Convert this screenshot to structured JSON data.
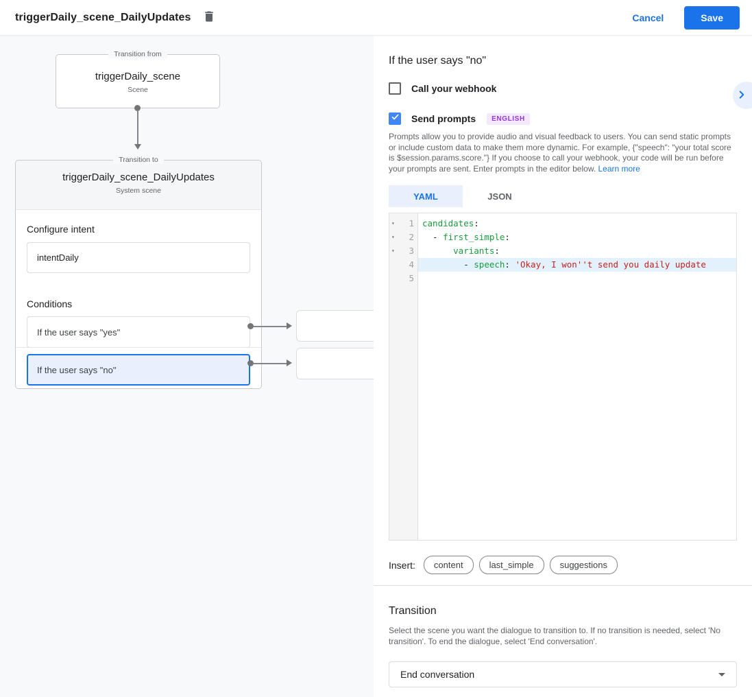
{
  "header": {
    "title": "triggerDaily_scene_DailyUpdates",
    "cancel_label": "Cancel",
    "save_label": "Save"
  },
  "colors": {
    "primary_blue": "#1a73e8",
    "checkbox_blue": "#4285f4",
    "selected_condition_bg": "#e8f0fe",
    "badge_bg": "#f3e8fd",
    "badge_text": "#9334e6",
    "code_key_green": "#189b3c",
    "code_string_red": "#c5221f",
    "active_line_highlight": "#e3f1fd",
    "canvas_bg": "#f8f9fa"
  },
  "icons": {
    "fold_arrow": "▾"
  },
  "diagram": {
    "from_box": {
      "legend": "Transition from",
      "title": "triggerDaily_scene",
      "subtitle": "Scene"
    },
    "to_box": {
      "legend": "Transition to",
      "title": "triggerDaily_scene_DailyUpdates",
      "subtitle": "System scene",
      "configure_intent_label": "Configure intent",
      "intent_value": "intentDaily",
      "conditions_label": "Conditions",
      "conditions": [
        {
          "label": "If the user says \"yes\"",
          "selected": false
        },
        {
          "label": "If the user says \"no\"",
          "selected": true
        }
      ]
    }
  },
  "panel": {
    "heading": "If the user says \"no\"",
    "webhook": {
      "label": "Call your webhook",
      "checked": false
    },
    "send_prompts": {
      "label": "Send prompts",
      "checked": true,
      "badge": "ENGLISH"
    },
    "description": "Prompts allow you to provide audio and visual feedback to users. You can send static prompts or include custom data to make them more dynamic. For example, {\"speech\": \"your total score is $session.params.score.\"} If you choose to call your webhook, your code will be run before your prompts are sent. Enter prompts in the editor below. ",
    "learn_more": "Learn more",
    "tabs": [
      {
        "label": "YAML",
        "active": true
      },
      {
        "label": "JSON",
        "active": false
      }
    ],
    "editor": {
      "gutter": [
        {
          "n": "1"
        },
        {
          "n": "2"
        },
        {
          "n": "3"
        },
        {
          "n": "4"
        },
        {
          "n": "5"
        }
      ],
      "lines": [
        {
          "pre": "",
          "key": "candidates",
          "post": ":",
          "str": ""
        },
        {
          "pre": "  - ",
          "key": "first_simple",
          "post": ":",
          "str": ""
        },
        {
          "pre": "      ",
          "key": "variants",
          "post": ":",
          "str": ""
        },
        {
          "pre": "        - ",
          "key": "speech",
          "post": ": ",
          "str": "'Okay, I won''t send you daily update"
        },
        {
          "pre": "",
          "key": "",
          "post": "",
          "str": ""
        }
      ]
    },
    "insert": {
      "label": "Insert:",
      "chips": [
        "content",
        "last_simple",
        "suggestions"
      ]
    },
    "transition": {
      "heading": "Transition",
      "description": "Select the scene you want the dialogue to transition to. If no transition is needed, select 'No transition'. To end the dialogue, select 'End conversation'.",
      "dropdown_value": "End conversation"
    }
  }
}
